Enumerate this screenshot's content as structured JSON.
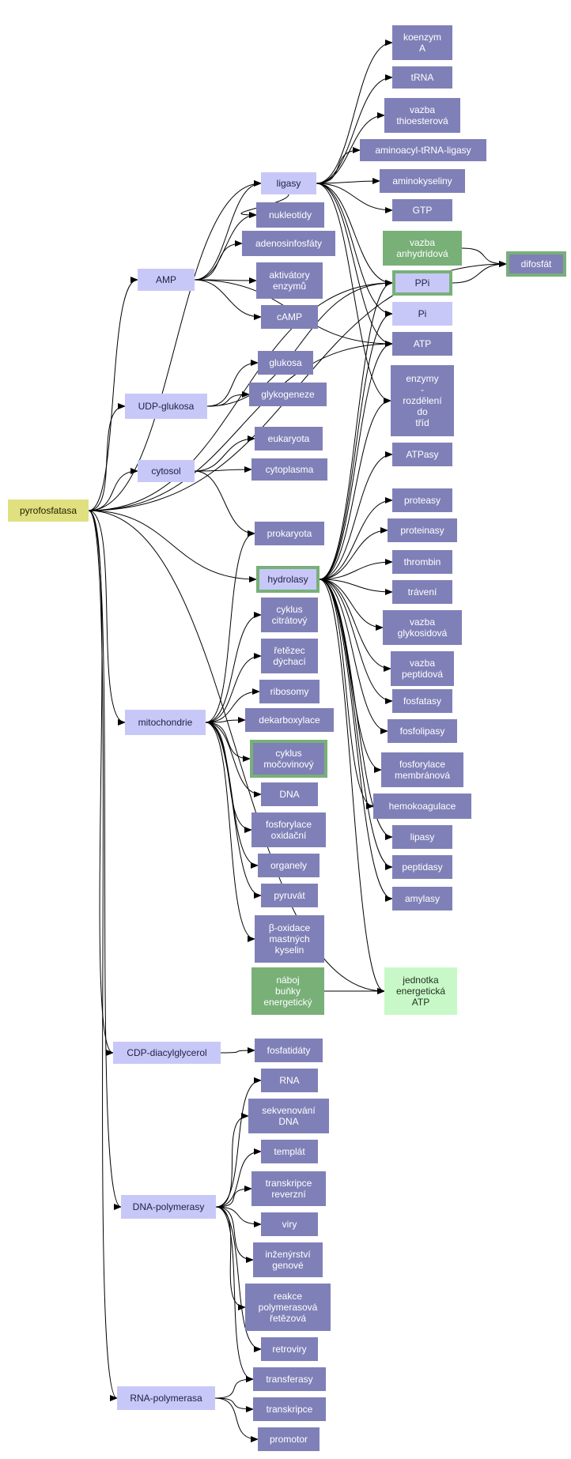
{
  "colors": {
    "root": "#e0e080",
    "hub": "#c8c8f8",
    "leaf": "#8080b8",
    "dark_green": "#78b078",
    "light_green": "#c8f8c8",
    "ring_green": "#78b078",
    "edge": "#000000"
  },
  "nodes": [
    {
      "id": "pyrofosfatasa",
      "label": "pyrofosfatasa",
      "style": "root"
    },
    {
      "id": "amp",
      "label": "AMP",
      "style": "hub"
    },
    {
      "id": "udp",
      "label": "UDP-glukosa",
      "style": "hub"
    },
    {
      "id": "cytosol",
      "label": "cytosol",
      "style": "hub"
    },
    {
      "id": "ligasy",
      "label": "ligasy",
      "style": "hub"
    },
    {
      "id": "hydrolasy",
      "label": "hydrolasy",
      "style": "hub-ring"
    },
    {
      "id": "mitochondrie",
      "label": "mitochondrie",
      "style": "hub"
    },
    {
      "id": "cdp",
      "label": "CDP-diacylglycerol",
      "style": "hub"
    },
    {
      "id": "dnapol",
      "label": "DNA-polymerasy",
      "style": "hub"
    },
    {
      "id": "rnapol",
      "label": "RNA-polymerasa",
      "style": "hub"
    },
    {
      "id": "koenzym",
      "label": "koenzym\nA",
      "style": "leaf"
    },
    {
      "id": "trna",
      "label": "tRNA",
      "style": "leaf"
    },
    {
      "id": "thioester",
      "label": "vazba\nthioesterová",
      "style": "leaf"
    },
    {
      "id": "aatrna",
      "label": "aminoacyl-tRNA-ligasy",
      "style": "leaf"
    },
    {
      "id": "aminokys",
      "label": "aminokyseliny",
      "style": "leaf"
    },
    {
      "id": "gtp",
      "label": "GTP",
      "style": "leaf"
    },
    {
      "id": "nukleotidy",
      "label": "nukleotidy",
      "style": "leaf"
    },
    {
      "id": "adenosin",
      "label": "adenosinfosfáty",
      "style": "leaf"
    },
    {
      "id": "aktivatory",
      "label": "aktivátory\nenzymů",
      "style": "leaf"
    },
    {
      "id": "camp",
      "label": "cAMP",
      "style": "leaf"
    },
    {
      "id": "anhydrid",
      "label": "vazba\nanhydridová",
      "style": "dark-green"
    },
    {
      "id": "difosfat",
      "label": "difosfát",
      "style": "leaf-ring"
    },
    {
      "id": "ppi",
      "label": "PPi",
      "style": "hub-ring"
    },
    {
      "id": "pi",
      "label": "Pi",
      "style": "hub"
    },
    {
      "id": "atp",
      "label": "ATP",
      "style": "leaf"
    },
    {
      "id": "enzymy",
      "label": "enzymy\n-\nrozdělení\ndo\ntříd",
      "style": "leaf"
    },
    {
      "id": "glukosa",
      "label": "glukosa",
      "style": "leaf"
    },
    {
      "id": "glykogeneze",
      "label": "glykogeneze",
      "style": "leaf"
    },
    {
      "id": "eukaryota",
      "label": "eukaryota",
      "style": "leaf"
    },
    {
      "id": "cytoplasma",
      "label": "cytoplasma",
      "style": "leaf"
    },
    {
      "id": "atpasy",
      "label": "ATPasy",
      "style": "leaf"
    },
    {
      "id": "prokaryota",
      "label": "prokaryota",
      "style": "leaf"
    },
    {
      "id": "proteasy",
      "label": "proteasy",
      "style": "leaf"
    },
    {
      "id": "proteinasy",
      "label": "proteinasy",
      "style": "leaf"
    },
    {
      "id": "thrombin",
      "label": "thrombin",
      "style": "leaf"
    },
    {
      "id": "traveni",
      "label": "trávení",
      "style": "leaf"
    },
    {
      "id": "glykosid",
      "label": "vazba\nglykosidová",
      "style": "leaf"
    },
    {
      "id": "peptid",
      "label": "vazba\npeptidová",
      "style": "leaf"
    },
    {
      "id": "fosfatasy",
      "label": "fosfatasy",
      "style": "leaf"
    },
    {
      "id": "fosfolipasy",
      "label": "fosfolipasy",
      "style": "leaf"
    },
    {
      "id": "fosmembr",
      "label": "fosforylace\nmembránová",
      "style": "leaf"
    },
    {
      "id": "hemokoag",
      "label": "hemokoagulace",
      "style": "leaf"
    },
    {
      "id": "lipasy",
      "label": "lipasy",
      "style": "leaf"
    },
    {
      "id": "peptidasy",
      "label": "peptidasy",
      "style": "leaf"
    },
    {
      "id": "amylasy",
      "label": "amylasy",
      "style": "leaf"
    },
    {
      "id": "cyklcitr",
      "label": "cyklus\ncitrátový",
      "style": "leaf"
    },
    {
      "id": "retezec",
      "label": "řetězec\ndýchací",
      "style": "leaf"
    },
    {
      "id": "ribosomy",
      "label": "ribosomy",
      "style": "leaf"
    },
    {
      "id": "dekarbox",
      "label": "dekarboxylace",
      "style": "leaf"
    },
    {
      "id": "mocovin",
      "label": "cyklus\nmočovinový",
      "style": "leaf-ring"
    },
    {
      "id": "dna",
      "label": "DNA",
      "style": "leaf"
    },
    {
      "id": "fosoxid",
      "label": "fosforylace\noxidační",
      "style": "leaf"
    },
    {
      "id": "organely",
      "label": "organely",
      "style": "leaf"
    },
    {
      "id": "pyruvat",
      "label": "pyruvát",
      "style": "leaf"
    },
    {
      "id": "betaox",
      "label": "β-oxidace\nmastných\nkyselin",
      "style": "leaf"
    },
    {
      "id": "naboj",
      "label": "náboj\nbuňky\nenergetický",
      "style": "dark-green"
    },
    {
      "id": "jednotka",
      "label": "jednotka\nenergetická\nATP",
      "style": "light-green"
    },
    {
      "id": "fosfatidaty",
      "label": "fosfatidáty",
      "style": "leaf"
    },
    {
      "id": "rna",
      "label": "RNA",
      "style": "leaf"
    },
    {
      "id": "sekven",
      "label": "sekvenování\nDNA",
      "style": "leaf"
    },
    {
      "id": "templat",
      "label": "templát",
      "style": "leaf"
    },
    {
      "id": "transkrev",
      "label": "transkripce\nreverzní",
      "style": "leaf"
    },
    {
      "id": "viry",
      "label": "viry",
      "style": "leaf"
    },
    {
      "id": "inzen",
      "label": "inženýrství\ngenové",
      "style": "leaf"
    },
    {
      "id": "reakce",
      "label": "reakce\npolymerasová\nřetězová",
      "style": "leaf"
    },
    {
      "id": "retroviry",
      "label": "retroviry",
      "style": "leaf"
    },
    {
      "id": "transferasy",
      "label": "transferasy",
      "style": "leaf"
    },
    {
      "id": "transkripce",
      "label": "transkripce",
      "style": "leaf"
    },
    {
      "id": "promotor",
      "label": "promotor",
      "style": "leaf"
    }
  ],
  "edges": [
    [
      "pyrofosfatasa",
      "ligasy"
    ],
    [
      "pyrofosfatasa",
      "amp"
    ],
    [
      "pyrofosfatasa",
      "udp"
    ],
    [
      "pyrofosfatasa",
      "cytosol"
    ],
    [
      "pyrofosfatasa",
      "hydrolasy"
    ],
    [
      "pyrofosfatasa",
      "mitochondrie"
    ],
    [
      "pyrofosfatasa",
      "cdp"
    ],
    [
      "pyrofosfatasa",
      "dnapol"
    ],
    [
      "pyrofosfatasa",
      "rnapol"
    ],
    [
      "pyrofosfatasa",
      "difosfat"
    ],
    [
      "pyrofosfatasa",
      "atp"
    ],
    [
      "pyrofosfatasa",
      "ppi"
    ],
    [
      "pyrofosfatasa",
      "jednotka"
    ],
    [
      "ligasy",
      "koenzym"
    ],
    [
      "ligasy",
      "trna"
    ],
    [
      "ligasy",
      "thioester"
    ],
    [
      "ligasy",
      "aatrna"
    ],
    [
      "ligasy",
      "aminokys"
    ],
    [
      "ligasy",
      "gtp"
    ],
    [
      "ligasy",
      "ppi"
    ],
    [
      "ligasy",
      "pi"
    ],
    [
      "ligasy",
      "atp"
    ],
    [
      "ligasy",
      "enzymy"
    ],
    [
      "ligasy",
      "nukleotidy"
    ],
    [
      "amp",
      "ligasy"
    ],
    [
      "amp",
      "nukleotidy"
    ],
    [
      "amp",
      "adenosin"
    ],
    [
      "amp",
      "aktivatory"
    ],
    [
      "amp",
      "camp"
    ],
    [
      "amp",
      "atp"
    ],
    [
      "anhydrid",
      "difosfat"
    ],
    [
      "ppi",
      "difosfat"
    ],
    [
      "udp",
      "glukosa"
    ],
    [
      "udp",
      "glykogeneze"
    ],
    [
      "udp",
      "ppi"
    ],
    [
      "cytosol",
      "eukaryota"
    ],
    [
      "cytosol",
      "cytoplasma"
    ],
    [
      "cytosol",
      "prokaryota"
    ],
    [
      "hydrolasy",
      "ppi"
    ],
    [
      "hydrolasy",
      "pi"
    ],
    [
      "hydrolasy",
      "atp"
    ],
    [
      "hydrolasy",
      "enzymy"
    ],
    [
      "hydrolasy",
      "atpasy"
    ],
    [
      "hydrolasy",
      "proteasy"
    ],
    [
      "hydrolasy",
      "proteinasy"
    ],
    [
      "hydrolasy",
      "thrombin"
    ],
    [
      "hydrolasy",
      "traveni"
    ],
    [
      "hydrolasy",
      "glykosid"
    ],
    [
      "hydrolasy",
      "peptid"
    ],
    [
      "hydrolasy",
      "fosfatasy"
    ],
    [
      "hydrolasy",
      "fosfolipasy"
    ],
    [
      "hydrolasy",
      "fosmembr"
    ],
    [
      "hydrolasy",
      "hemokoag"
    ],
    [
      "hydrolasy",
      "lipasy"
    ],
    [
      "hydrolasy",
      "peptidasy"
    ],
    [
      "hydrolasy",
      "amylasy"
    ],
    [
      "hydrolasy",
      "jednotka"
    ],
    [
      "mitochondrie",
      "prokaryota"
    ],
    [
      "mitochondrie",
      "cyklcitr"
    ],
    [
      "mitochondrie",
      "retezec"
    ],
    [
      "mitochondrie",
      "ribosomy"
    ],
    [
      "mitochondrie",
      "dekarbox"
    ],
    [
      "mitochondrie",
      "mocovin"
    ],
    [
      "mitochondrie",
      "dna"
    ],
    [
      "mitochondrie",
      "fosoxid"
    ],
    [
      "mitochondrie",
      "organely"
    ],
    [
      "mitochondrie",
      "pyruvat"
    ],
    [
      "mitochondrie",
      "betaox"
    ],
    [
      "naboj",
      "jednotka"
    ],
    [
      "cdp",
      "fosfatidaty"
    ],
    [
      "dnapol",
      "rna"
    ],
    [
      "dnapol",
      "sekven"
    ],
    [
      "dnapol",
      "templat"
    ],
    [
      "dnapol",
      "transkrev"
    ],
    [
      "dnapol",
      "viry"
    ],
    [
      "dnapol",
      "inzen"
    ],
    [
      "dnapol",
      "reakce"
    ],
    [
      "dnapol",
      "retroviry"
    ],
    [
      "dnapol",
      "transferasy"
    ],
    [
      "rnapol",
      "transferasy"
    ],
    [
      "rnapol",
      "transkripce"
    ],
    [
      "rnapol",
      "promotor"
    ]
  ]
}
